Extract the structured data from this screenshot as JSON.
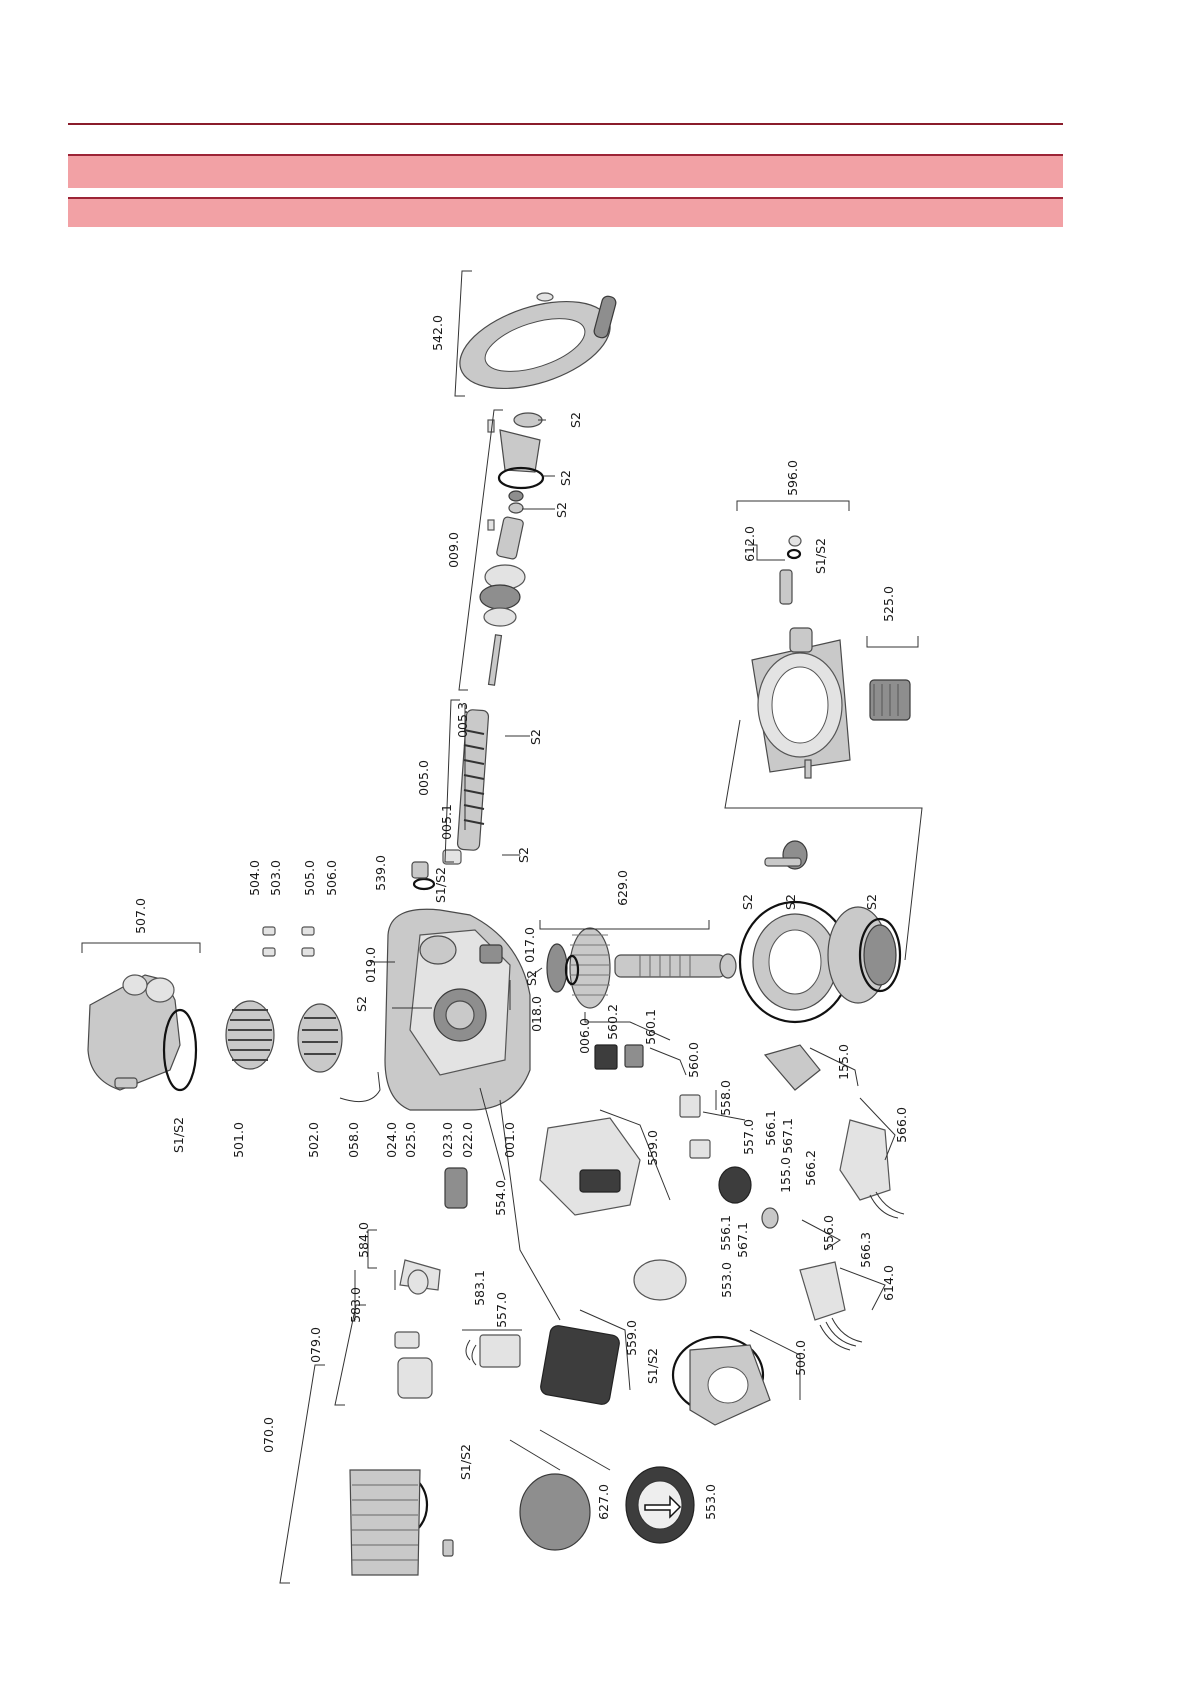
{
  "colors": {
    "rule": "#8a1c2b",
    "band": "#f2a1a5",
    "band_border": "#9c2436"
  },
  "labels": {
    "l542_0": "542.0",
    "l009_0": "009.0",
    "l005_0": "005.0",
    "l005_3": "005.3",
    "l005_1": "005.1",
    "l596_0": "596.0",
    "l612_0": "612.0",
    "l525_0": "525.0",
    "l629_0": "629.0",
    "l539_0": "539.0",
    "l507_0": "507.0",
    "l504_0": "504.0",
    "l503_0": "503.0",
    "l505_0": "505.0",
    "l506_0": "506.0",
    "l019_0": "019.0",
    "l017_0": "017.0",
    "l018_0": "018.0",
    "l006_0": "006.0",
    "l560_2": "560.2",
    "l560_1": "560.1",
    "l560_0": "560.0",
    "l558_0": "558.0",
    "l557_0a": "557.0",
    "l155_0a": "155.0",
    "l155_0b": "155.0",
    "l566_0": "566.0",
    "l566_1": "566.1",
    "l567_1a": "567.1",
    "l566_2": "566.2",
    "l566_3": "566.3",
    "l556_0": "556.0",
    "l556_1": "556.1",
    "l567_1b": "567.1",
    "l614_0": "614.0",
    "l553_0a": "553.0",
    "l559_0a": "559.0",
    "l559_0b": "559.0",
    "l500_0": "500.0",
    "l554_0": "554.0",
    "l584_0": "584.0",
    "l583_0": "583.0",
    "l583_1": "583.1",
    "l557_0b": "557.0",
    "l079_0": "079.0",
    "l070_0": "070.0",
    "l627_0": "627.0",
    "l553_0b": "553.0",
    "l501_0": "501.0",
    "l502_0": "502.0",
    "l058_0": "058.0",
    "l024_0": "024.0",
    "l025_0": "025.0",
    "l023_0": "023.0",
    "l022_0": "022.0",
    "l001_0": "001.0",
    "s2_a": "S2",
    "s2_b": "S2",
    "s2_c": "S2",
    "s2_d": "S2",
    "s2_e": "S2",
    "s2_f": "S2",
    "s2_g": "S2",
    "s2_h": "S2",
    "s2_i": "S2",
    "s2_j": "S2",
    "s1s2_a": "S1/S2",
    "s1s2_b": "S1/S2",
    "s1s2_c": "S1/S2",
    "s1s2_d": "S1/S2",
    "s1s2_e": "S1/S2"
  }
}
